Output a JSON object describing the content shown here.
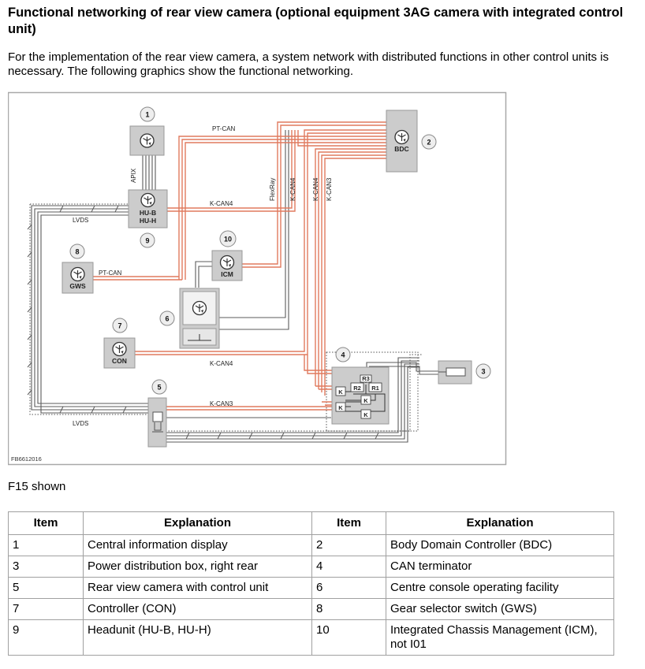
{
  "title": "Functional networking of rear view camera (optional equipment 3AG camera with integrated control unit)",
  "intro": "For the implementation of the rear view camera, a system network with distributed functions in other control units is necessary. The following graphics show the functional networking.",
  "diagram": {
    "callouts": [
      "1",
      "2",
      "3",
      "4",
      "5",
      "6",
      "7",
      "8",
      "9",
      "10"
    ],
    "component_labels": {
      "bdc": "BDC",
      "hu": [
        "HU-B",
        "HU-H"
      ],
      "icm": "ICM",
      "gws": "GWS",
      "con": "CON"
    },
    "bus_labels": {
      "pt_can_top": "PT-CAN",
      "pt_can_gws": "PT-CAN",
      "kcan4_hu": "K-CAN4",
      "kcan4_con": "K-CAN4",
      "kcan3_cam": "K-CAN3",
      "apix": "APIX",
      "flexray": "FlexRay",
      "kcan4_v1": "K-CAN4",
      "kcan4_v2": "K-CAN4",
      "kcan3_v": "K-CAN3",
      "lvds_top": "LVDS",
      "lvds_bottom": "LVDS"
    },
    "terminator_labels": {
      "r1": "R1",
      "r2": "R2",
      "r3": "R3",
      "k1": "K",
      "k2": "K",
      "k3": "K",
      "k4": "K"
    },
    "figure_id": "FB6612016",
    "colors": {
      "bus": "#e07a5f",
      "cable": "#5b5b5b",
      "component": "#cccccc",
      "frame": "#a8a8a8"
    }
  },
  "caption": "F15 shown",
  "table": {
    "headers": [
      "Item",
      "Explanation",
      "Item",
      "Explanation"
    ],
    "rows": [
      [
        "1",
        "Central information display",
        "2",
        "Body Domain Controller (BDC)"
      ],
      [
        "3",
        "Power distribution box, right rear",
        "4",
        "CAN terminator"
      ],
      [
        "5",
        "Rear view camera with control unit",
        "6",
        "Centre console operating facility"
      ],
      [
        "7",
        "Controller (CON)",
        "8",
        "Gear selector switch (GWS)"
      ],
      [
        "9",
        "Headunit (HU-B, HU-H)",
        "10",
        "Integrated Chassis Management (ICM), not I01"
      ]
    ]
  }
}
